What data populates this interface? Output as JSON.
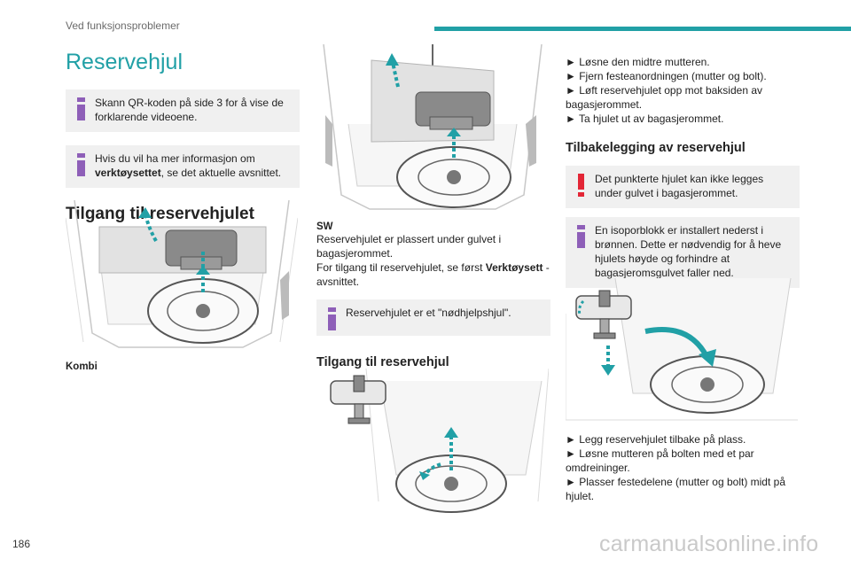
{
  "header": {
    "section": "Ved funksjonsproblemer"
  },
  "page_number": "186",
  "watermark": "carmanualsonline.info",
  "col1": {
    "title": "Reservehjul",
    "note1": "Skann QR-koden på side 3 for å vise de forklarende videoene.",
    "note2_prefix": "Hvis du vil ha mer informasjon om",
    "note2_bold": "verktøysettet",
    "note2_suffix": ", se det aktuelle avsnittet.",
    "section_heading": "Tilgang til reservehjulet",
    "caption": "Kombi"
  },
  "col2": {
    "caption": "SW",
    "para1": "Reservehjulet er plassert under gulvet i bagasjerommet.",
    "para2_prefix": "For tilgang til reservehjulet, se først",
    "para2_bold": "Verktøysett",
    "para2_suffix": "-avsnittet.",
    "note": "Reservehjulet er et \"nødhjelpshjul\".",
    "heading": "Tilgang til reservehjul"
  },
  "col3": {
    "steps_top": [
      "Løsne den midtre mutteren.",
      "Fjern festeanordningen (mutter og bolt).",
      "Løft reservehjulet opp mot baksiden av bagasjerommet.",
      "Ta hjulet ut av bagasjerommet."
    ],
    "heading": "Tilbakelegging av reservehjul",
    "warning": "Det punkterte hjulet kan ikke legges under gulvet i bagasjerommet.",
    "info": "En isoporblokk er installert nederst i brønnen. Dette er nødvendig for å heve hjulets høyde og forhindre at bagasjeromsgulvet faller ned.",
    "steps_bottom": [
      "Legg reservehjulet tilbake på plass.",
      "Løsne mutteren på bolten med et par omdreininger.",
      "Plasser festedelene (mutter og bolt) midt på hjulet."
    ]
  },
  "colors": {
    "accent": "#21a0a6",
    "warning": "#e32636",
    "note_bg": "#f0f0f0"
  },
  "icons": {
    "info": "info-icon",
    "warning": "warning-icon",
    "bullet": "triangle-bullet"
  }
}
